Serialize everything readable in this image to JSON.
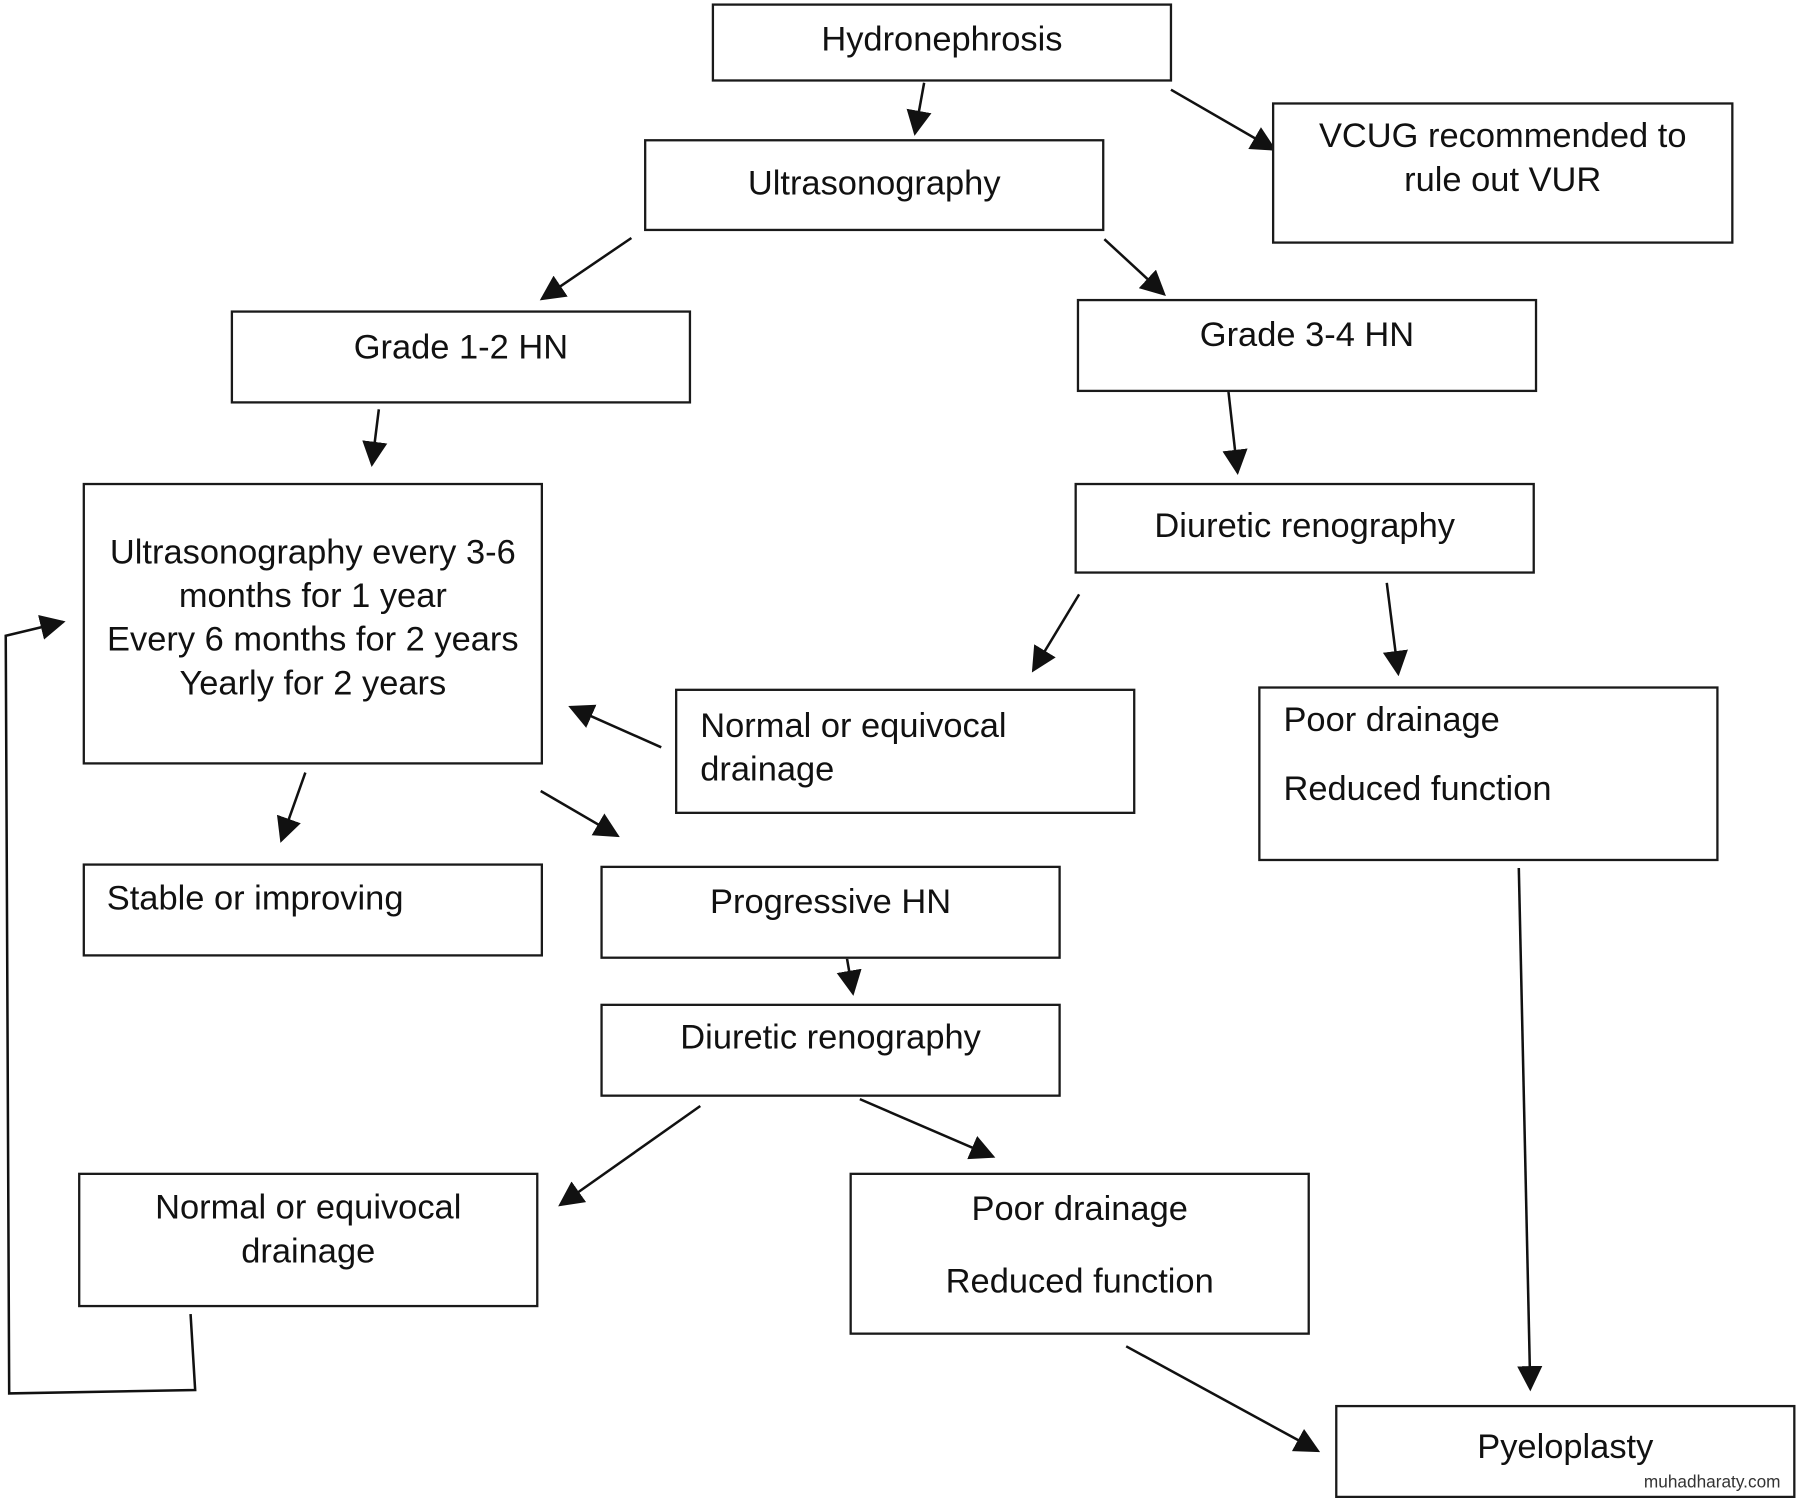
{
  "nodes": {
    "hydronephrosis": {
      "lines": [
        "Hydronephrosis"
      ]
    },
    "vcug": {
      "lines": [
        "VCUG recommended to",
        "rule out VUR"
      ]
    },
    "ultrasonography": {
      "lines": [
        "Ultrasonography"
      ]
    },
    "grade12": {
      "lines": [
        "Grade 1-2 HN"
      ]
    },
    "grade34": {
      "lines": [
        "Grade 3-4 HN"
      ]
    },
    "us_schedule": {
      "lines": [
        "Ultrasonography every 3-6",
        "months for 1 year",
        "Every 6 months for 2 years",
        "Yearly for 2 years"
      ]
    },
    "diuretic_top": {
      "lines": [
        "Diuretic renography"
      ]
    },
    "normal_top": {
      "lines": [
        "Normal or equivocal",
        "drainage"
      ]
    },
    "poor_top": {
      "lines": [
        "Poor drainage",
        "Reduced function"
      ]
    },
    "stable": {
      "lines": [
        "Stable or improving"
      ]
    },
    "progressive": {
      "lines": [
        "Progressive HN"
      ]
    },
    "diuretic_bottom": {
      "lines": [
        "Diuretic renography"
      ]
    },
    "normal_bottom": {
      "lines": [
        "Normal or equivocal",
        "drainage"
      ]
    },
    "poor_bottom": {
      "lines": [
        "Poor drainage",
        "Reduced function"
      ]
    },
    "pyeloplasty": {
      "lines": [
        "Pyeloplasty"
      ]
    }
  },
  "watermark": "muhadharaty.com"
}
